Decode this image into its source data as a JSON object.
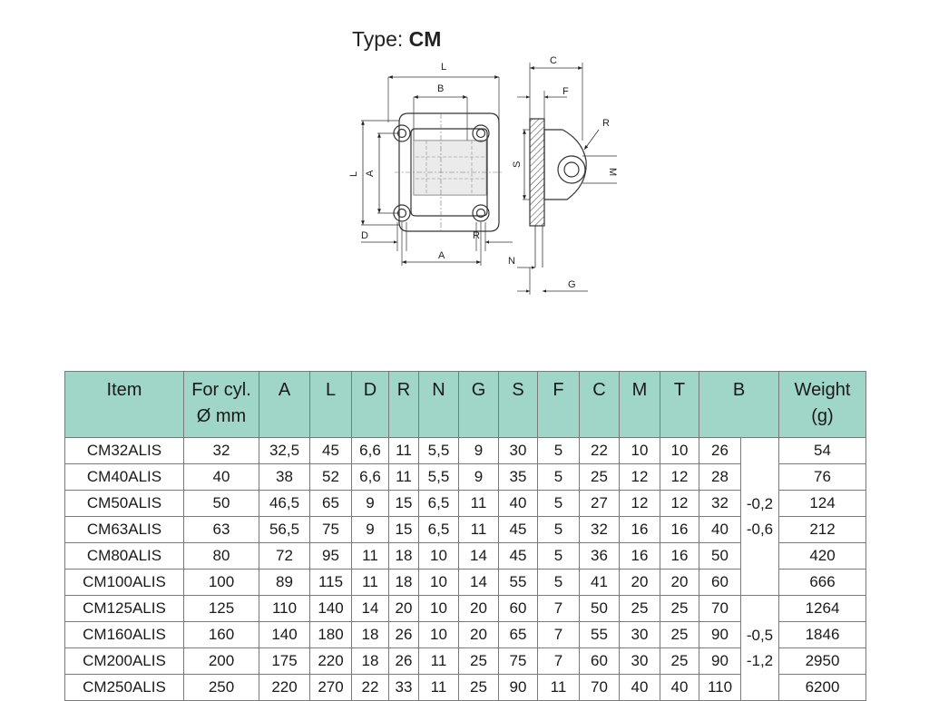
{
  "header": {
    "type_label": "Type:",
    "type_code": "CM"
  },
  "drawing_labels": {
    "L": "L",
    "B": "B",
    "A": "A",
    "D": "D",
    "R": "R",
    "C": "C",
    "F": "F",
    "S": "S",
    "M": "M",
    "N": "N",
    "G": "G"
  },
  "table": {
    "columns": [
      "Item",
      "For cyl.",
      "Ø mm",
      "A",
      "L",
      "D",
      "R",
      "N",
      "G",
      "S",
      "F",
      "C",
      "M",
      "T",
      "B",
      "Weight",
      "(g)"
    ],
    "rows": [
      {
        "item": "CM32ALIS",
        "cyl": "32",
        "A": "32,5",
        "L": "45",
        "D": "6,6",
        "R": "11",
        "N": "5,5",
        "G": "9",
        "S": "30",
        "F": "5",
        "C": "22",
        "M": "10",
        "T": "10",
        "B": "26",
        "weight": "54"
      },
      {
        "item": "CM40ALIS",
        "cyl": "40",
        "A": "38",
        "L": "52",
        "D": "6,6",
        "R": "11",
        "N": "5,5",
        "G": "9",
        "S": "35",
        "F": "5",
        "C": "25",
        "M": "12",
        "T": "12",
        "B": "28",
        "weight": "76"
      },
      {
        "item": "CM50ALIS",
        "cyl": "50",
        "A": "46,5",
        "L": "65",
        "D": "9",
        "R": "15",
        "N": "6,5",
        "G": "11",
        "S": "40",
        "F": "5",
        "C": "27",
        "M": "12",
        "T": "12",
        "B": "32",
        "weight": "124"
      },
      {
        "item": "CM63ALIS",
        "cyl": "63",
        "A": "56,5",
        "L": "75",
        "D": "9",
        "R": "15",
        "N": "6,5",
        "G": "11",
        "S": "45",
        "F": "5",
        "C": "32",
        "M": "16",
        "T": "16",
        "B": "40",
        "weight": "212"
      },
      {
        "item": "CM80ALIS",
        "cyl": "80",
        "A": "72",
        "L": "95",
        "D": "11",
        "R": "18",
        "N": "10",
        "G": "14",
        "S": "45",
        "F": "5",
        "C": "36",
        "M": "16",
        "T": "16",
        "B": "50",
        "weight": "420"
      },
      {
        "item": "CM100ALIS",
        "cyl": "100",
        "A": "89",
        "L": "115",
        "D": "11",
        "R": "18",
        "N": "10",
        "G": "14",
        "S": "55",
        "F": "5",
        "C": "41",
        "M": "20",
        "T": "20",
        "B": "60",
        "weight": "666"
      },
      {
        "item": "CM125ALIS",
        "cyl": "125",
        "A": "110",
        "L": "140",
        "D": "14",
        "R": "20",
        "N": "10",
        "G": "20",
        "S": "60",
        "F": "7",
        "C": "50",
        "M": "25",
        "T": "25",
        "B": "70",
        "weight": "1264"
      },
      {
        "item": "CM160ALIS",
        "cyl": "160",
        "A": "140",
        "L": "180",
        "D": "18",
        "R": "26",
        "N": "10",
        "G": "20",
        "S": "65",
        "F": "7",
        "C": "55",
        "M": "30",
        "T": "25",
        "B": "90",
        "weight": "1846"
      },
      {
        "item": "CM200ALIS",
        "cyl": "200",
        "A": "175",
        "L": "220",
        "D": "18",
        "R": "26",
        "N": "11",
        "G": "25",
        "S": "75",
        "F": "7",
        "C": "60",
        "M": "30",
        "T": "25",
        "B": "90",
        "weight": "2950"
      },
      {
        "item": "CM250ALIS",
        "cyl": "250",
        "A": "220",
        "L": "270",
        "D": "22",
        "R": "33",
        "N": "11",
        "G": "25",
        "S": "90",
        "F": "11",
        "C": "70",
        "M": "40",
        "T": "40",
        "B": "110",
        "weight": "6200"
      }
    ],
    "tolerance_groups": [
      {
        "upper": "-0,2",
        "lower": "-0,6"
      },
      {
        "upper": "-0,5",
        "lower": "-1,2"
      }
    ]
  },
  "colors": {
    "header_bg": "#9fd6c8",
    "grid": "#7a7a7a",
    "line": "#333333"
  }
}
